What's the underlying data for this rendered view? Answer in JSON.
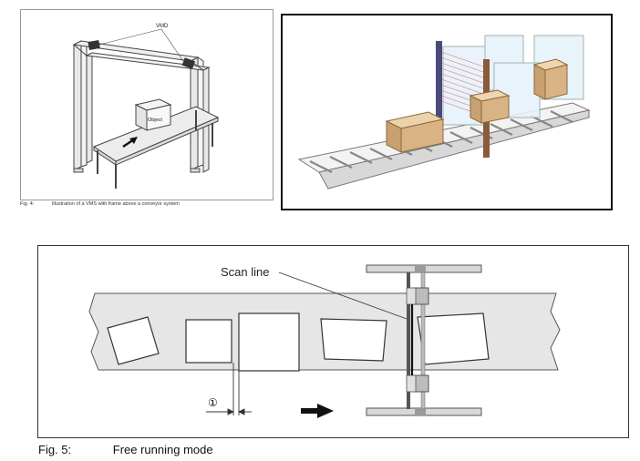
{
  "fig4": {
    "vmd_label": "VMD",
    "object_label": "Object",
    "caption_num": "Fig. 4:",
    "caption_text": "Illustration of a VMS with frame above a conveyor system"
  },
  "fig5": {
    "scan_line_label": "Scan line",
    "marker": "①",
    "caption_num": "Fig. 5:",
    "caption_text": "Free running mode"
  },
  "colors": {
    "belt": "#e6e6e6",
    "frame_metal": "#cfcfcf",
    "light_curtain": "#8a5a3a",
    "box": "#d9b384"
  }
}
